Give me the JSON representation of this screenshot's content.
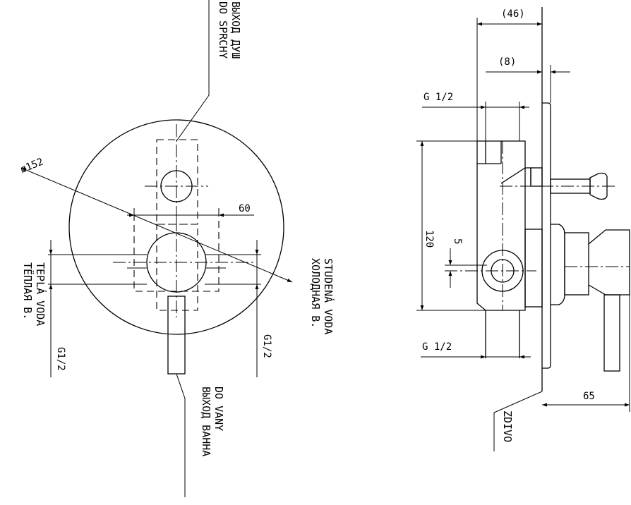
{
  "labels": {
    "shower_cz": "DO SPRCHY",
    "shower_ru": "ВЫХОД ДУШ",
    "bath_cz": "DO VANY",
    "bath_ru": "ВЫХОД ВАННА",
    "warm_cz": "TEPLÁ VODA",
    "warm_ru": "ТЁПЛАЯ В.",
    "cold_cz": "STUDENÁ VODA",
    "cold_ru": "ХОЛОДНАЯ В.",
    "wall": "ZDIVO"
  },
  "dimensions": {
    "diameter": "ø152",
    "width_60": "60",
    "g12_left": "G1/2",
    "g12_right": "G1/2",
    "depth_46": "(46)",
    "depth_8": "(8)",
    "thread_top": "G 1/2",
    "thread_bottom": "G 1/2",
    "height_120": "120",
    "offset_5": "5",
    "handle_65": "65"
  }
}
